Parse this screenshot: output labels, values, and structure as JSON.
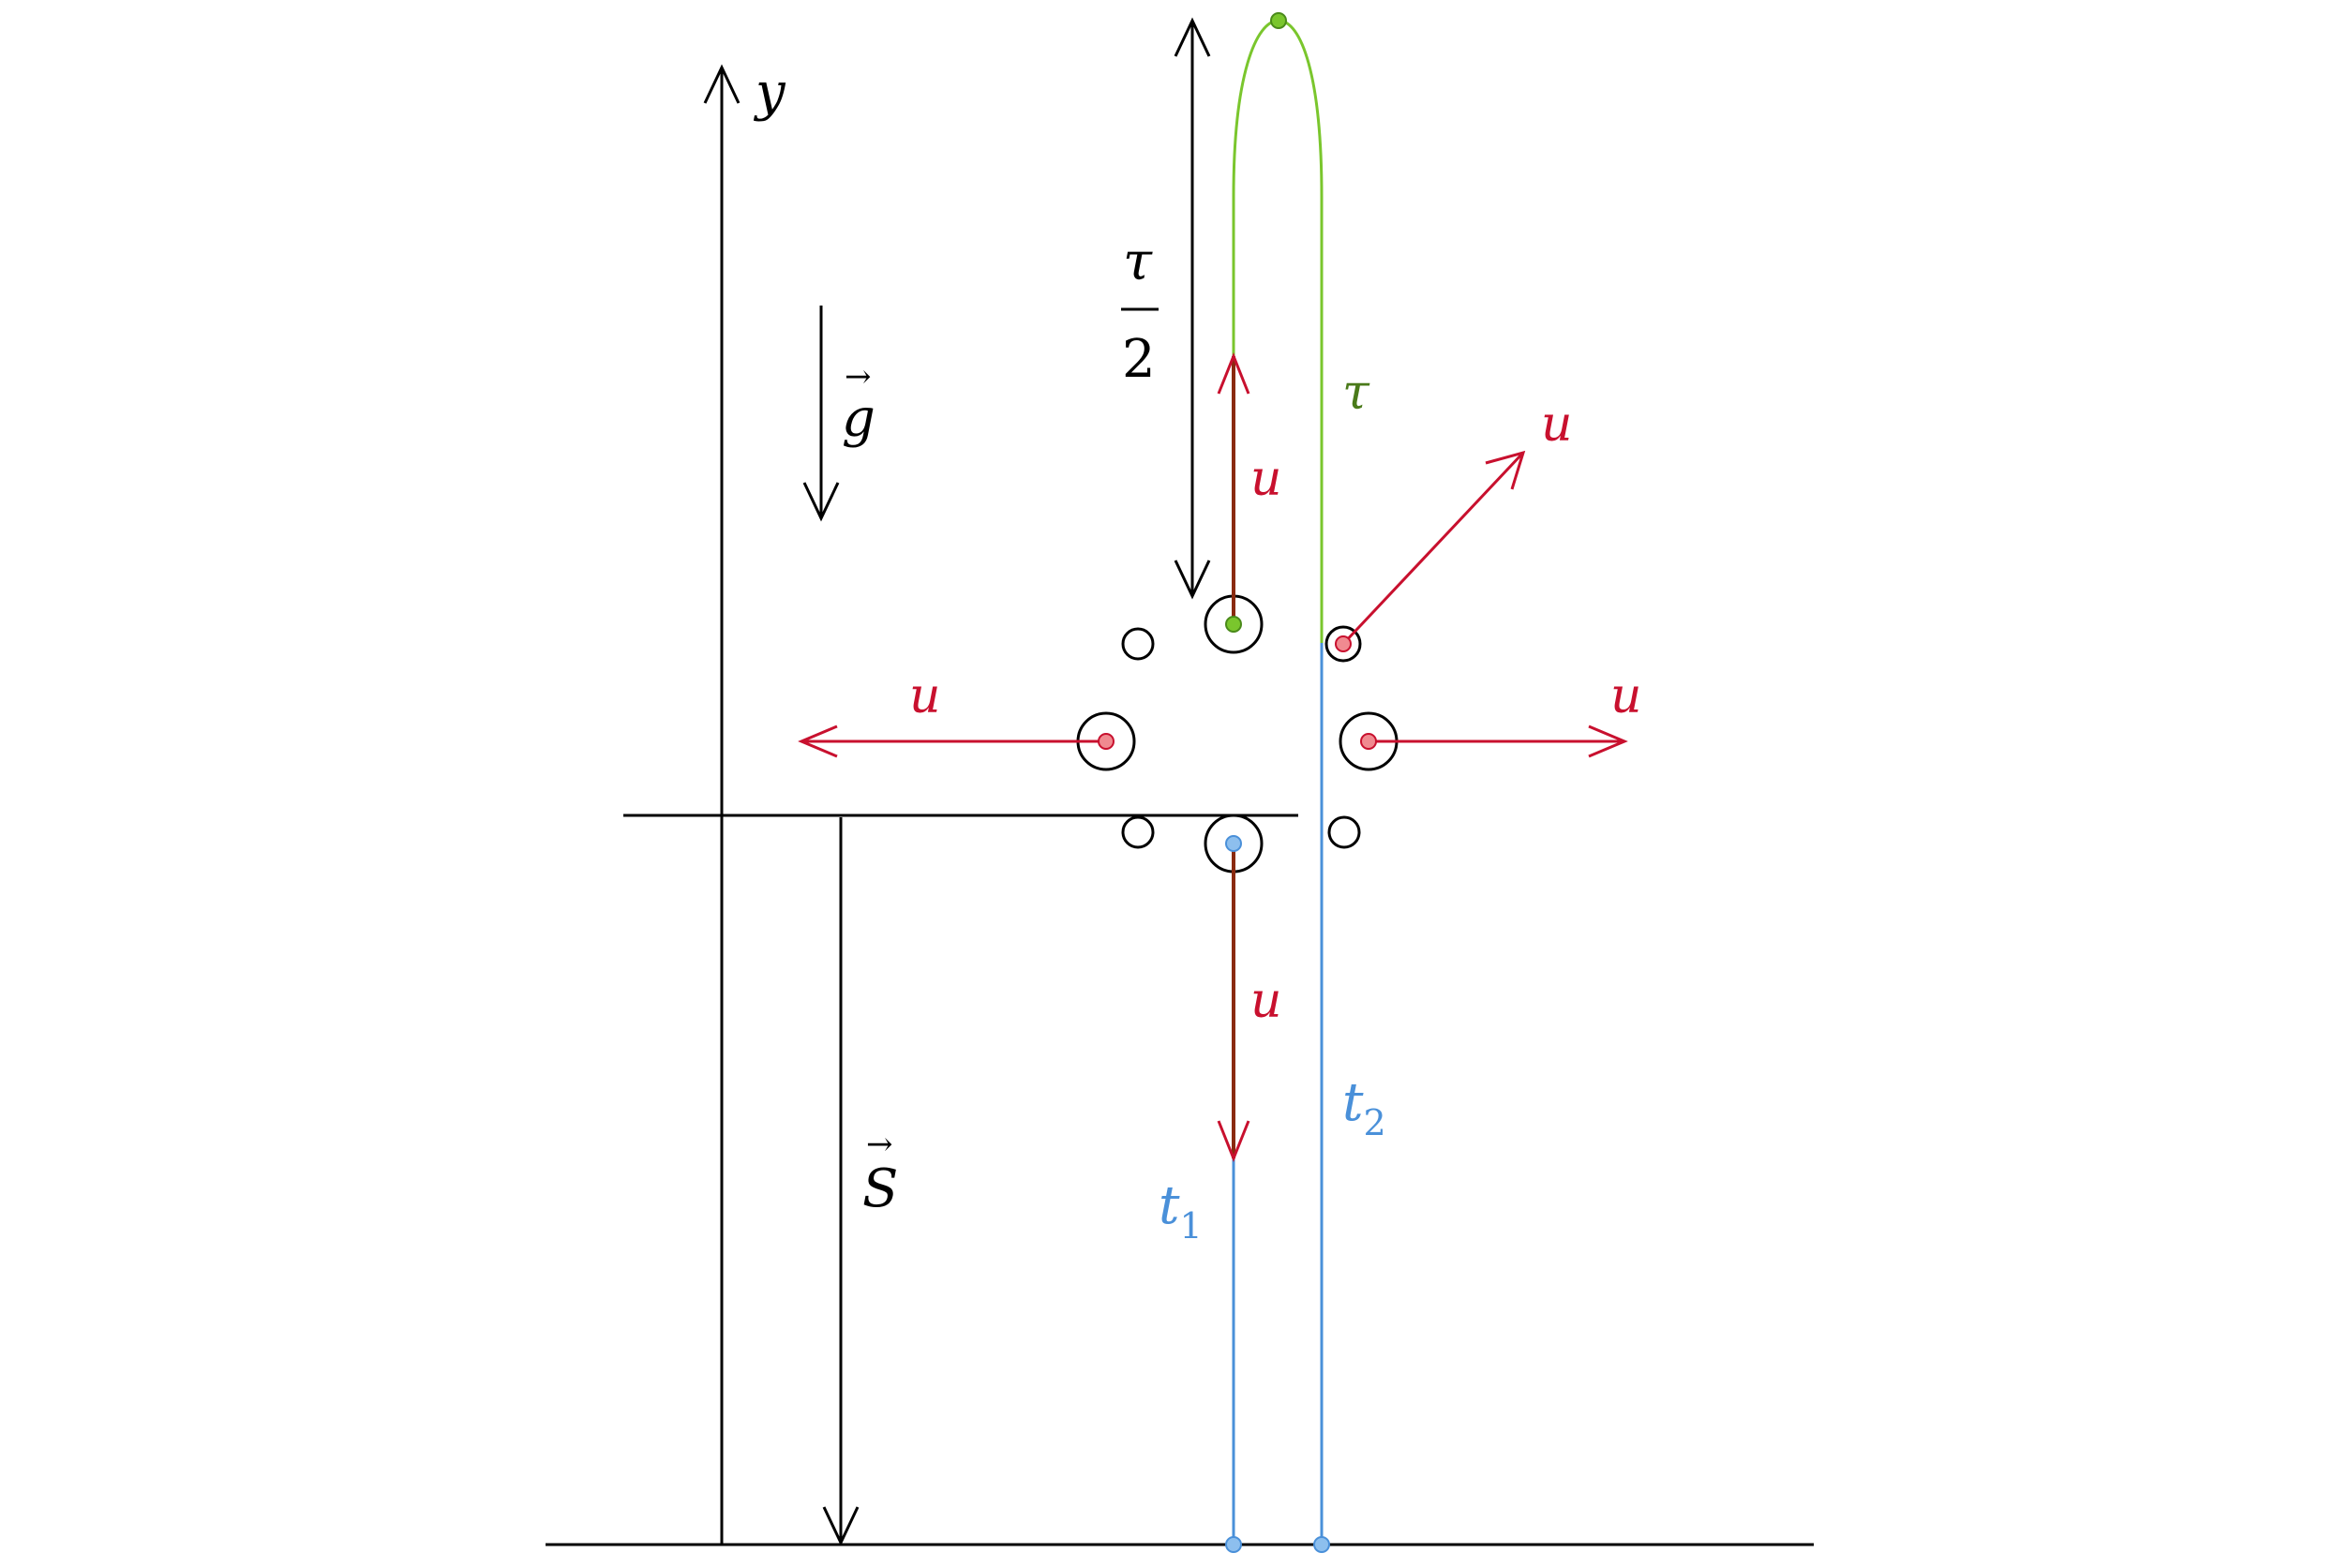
{
  "colors": {
    "ink": "#000000",
    "velocity": "#c8102e",
    "trajectory_before": "#4a90d9",
    "trajectory_after": "#7ac62d",
    "apex_point": "#4a8a1a",
    "tau_label": "#4a7a1a",
    "time_label": "#4a90d9"
  },
  "labels": {
    "y_axis": "y",
    "gravity": "g",
    "displacement": "S",
    "half_tau_num": "τ",
    "half_tau_den": "2",
    "tau": "τ",
    "u_up": "u",
    "u_diag": "u",
    "u_left": "u",
    "u_right": "u",
    "u_down": "u",
    "t1_base": "t",
    "t1_sub": "1",
    "t2_base": "t",
    "t2_sub": "2",
    "vector_arrow": "→"
  }
}
